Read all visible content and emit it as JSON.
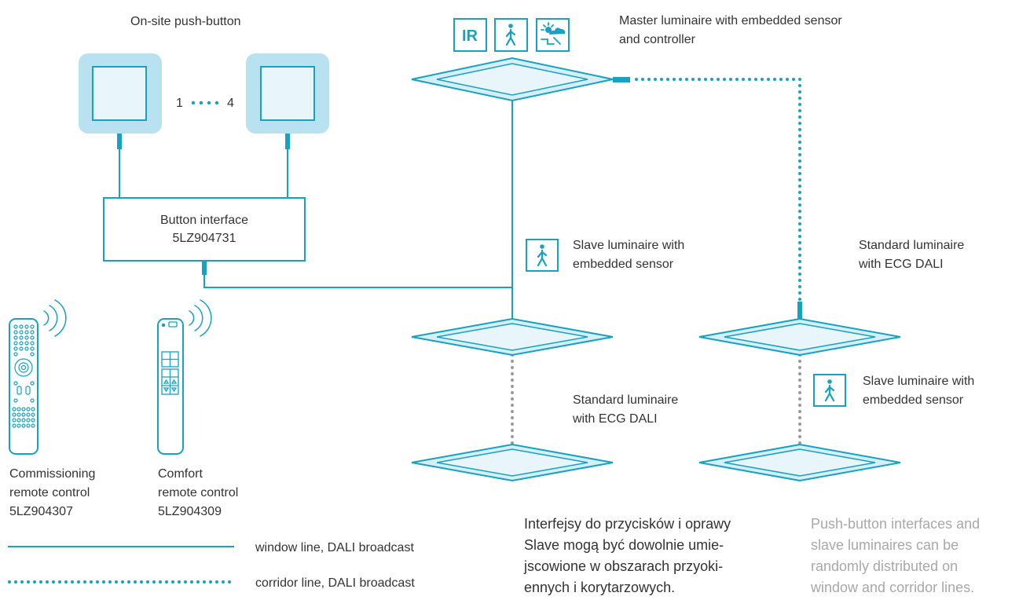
{
  "labels": {
    "push_button_title": "On-site push-button",
    "button_range_start": "1",
    "button_range_end": "4",
    "button_interface_name": "Button interface",
    "button_interface_code": "5LZ904731",
    "master_line1": "Master luminaire with embedded sensor",
    "master_line2": "and controller",
    "slave_left_line1": "Slave luminaire with",
    "slave_left_line2": "embedded sensor",
    "standard_right_line1": "Standard luminaire",
    "standard_right_line2": "with ECG DALI",
    "standard_left_line1": "Standard luminaire",
    "standard_left_line2": "with ECG DALI",
    "slave_right_line1": "Slave luminaire with",
    "slave_right_line2": "embedded sensor",
    "commissioning_line1": "Commissioning",
    "commissioning_line2": "remote control",
    "commissioning_code": "5LZ904307",
    "comfort_line1": "Comfort",
    "comfort_line2": "remote control",
    "comfort_code": "5LZ904309",
    "ir_badge": "IR"
  },
  "legend": {
    "window_line": "window line, DALI broadcast",
    "corridor_line": "corridor line, DALI broadcast"
  },
  "notes": {
    "polish": [
      "Interfejsy do przycisków i oprawy",
      "Slave mogą być dowolnie umie-",
      "jscowione w obszarach przyoki-",
      "ennych i korytarzowych."
    ],
    "english": [
      "Push-button interfaces and",
      "slave luminaires can be",
      "randomly distributed on",
      "window and corridor lines."
    ]
  },
  "colors": {
    "accent": "#16a2c0",
    "fill_light": "#d6eef6",
    "fill_pale": "#e8f6fb",
    "dotted_grey": "#9a9a9a",
    "text": "#333333",
    "text_grey": "#a8a8a8"
  },
  "icons": {
    "badge_ir": "infrared-badge-icon",
    "badge_presence": "person-walking-icon",
    "badge_daylight": "sun-cloud-icon",
    "remote_wireless": "wireless-signal-icon"
  }
}
